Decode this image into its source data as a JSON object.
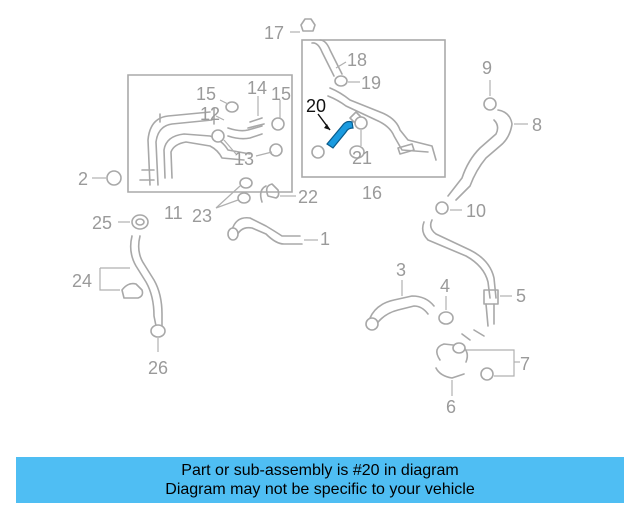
{
  "diagram": {
    "highlight_color": "#1a9be0",
    "callouts": {
      "c1": "1",
      "c2": "2",
      "c3": "3",
      "c4": "4",
      "c5": "5",
      "c6": "6",
      "c7": "7",
      "c8": "8",
      "c9": "9",
      "c10": "10",
      "c11": "11",
      "c12": "12",
      "c13": "13",
      "c14": "14",
      "c15a": "15",
      "c15b": "15",
      "c16": "16",
      "c17": "17",
      "c18": "18",
      "c19": "19",
      "c20": "20",
      "c21": "21",
      "c22": "22",
      "c23": "23",
      "c24": "24",
      "c25": "25",
      "c26": "26"
    }
  },
  "footer": {
    "line1": "Part or sub-assembly is #20 in diagram",
    "line2": "Diagram may not be specific to your vehicle",
    "background": "#4fbef3"
  }
}
